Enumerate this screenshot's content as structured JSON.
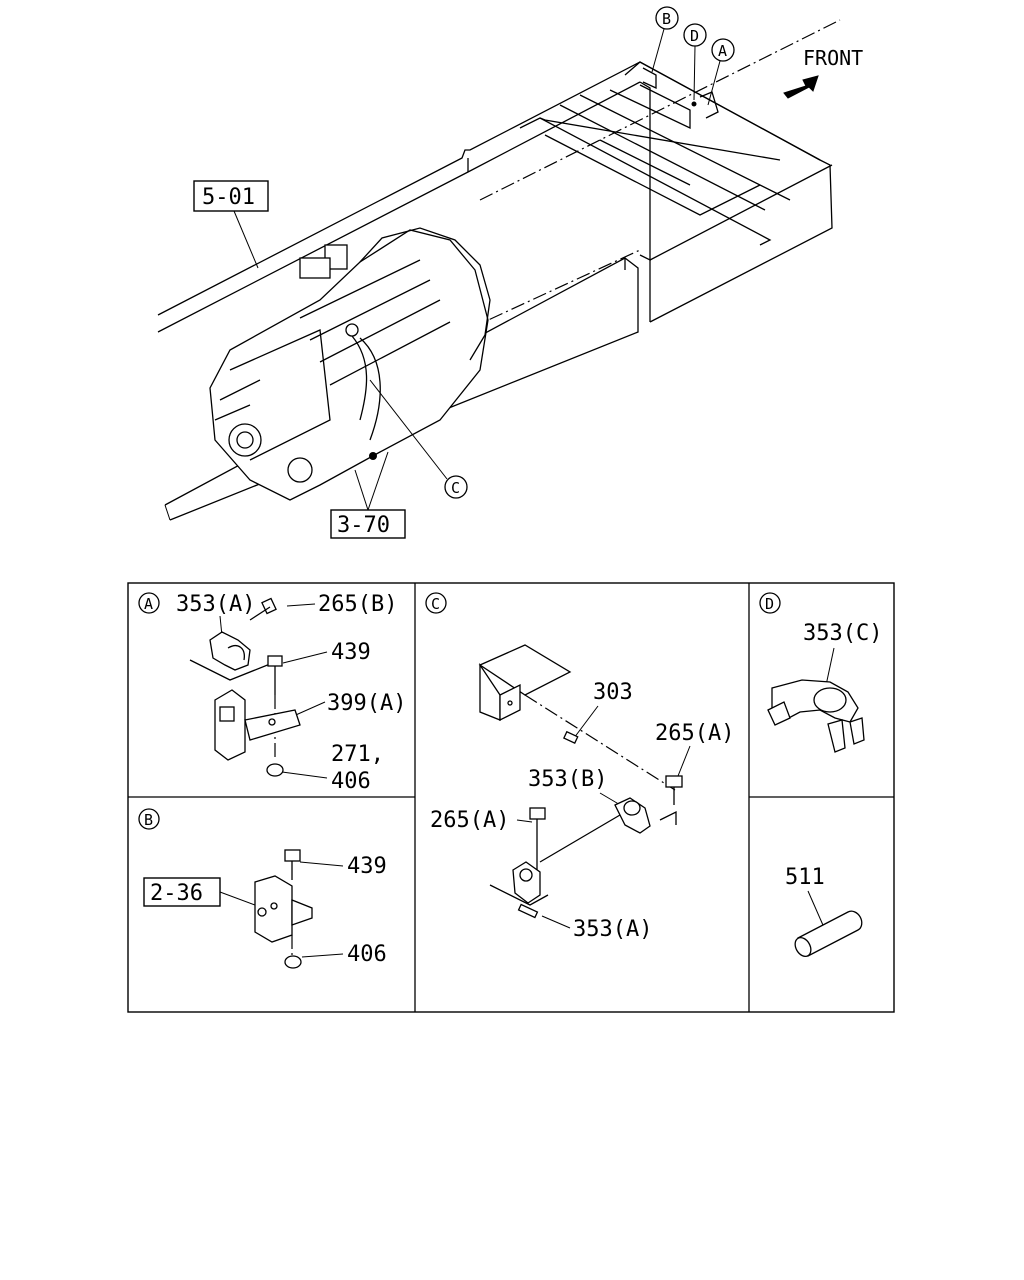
{
  "front_label": "FRONT",
  "top_view": {
    "callouts": {
      "b": "B",
      "d": "D",
      "a": "A",
      "c": "C"
    },
    "ref_frame": "5-01",
    "ref_transmission": "3-70"
  },
  "panels": {
    "a": {
      "letter": "A",
      "parts": {
        "clip": "353(A)",
        "bolt_b": "265(B)",
        "bolt": "439",
        "bracket": "399(A)",
        "washer": "271,",
        "nut": "406"
      }
    },
    "b": {
      "letter": "B",
      "ref": "2-36",
      "parts": {
        "bolt": "439",
        "nut": "406"
      }
    },
    "c": {
      "letter": "C",
      "parts": {
        "pin": "303",
        "bolt_right": "265(A)",
        "clip_b": "353(B)",
        "bolt_left": "265(A)",
        "clip_a": "353(A)"
      }
    },
    "d": {
      "letter": "D",
      "parts": {
        "clip_c": "353(C)"
      }
    },
    "e": {
      "parts": {
        "sleeve": "511"
      }
    }
  }
}
